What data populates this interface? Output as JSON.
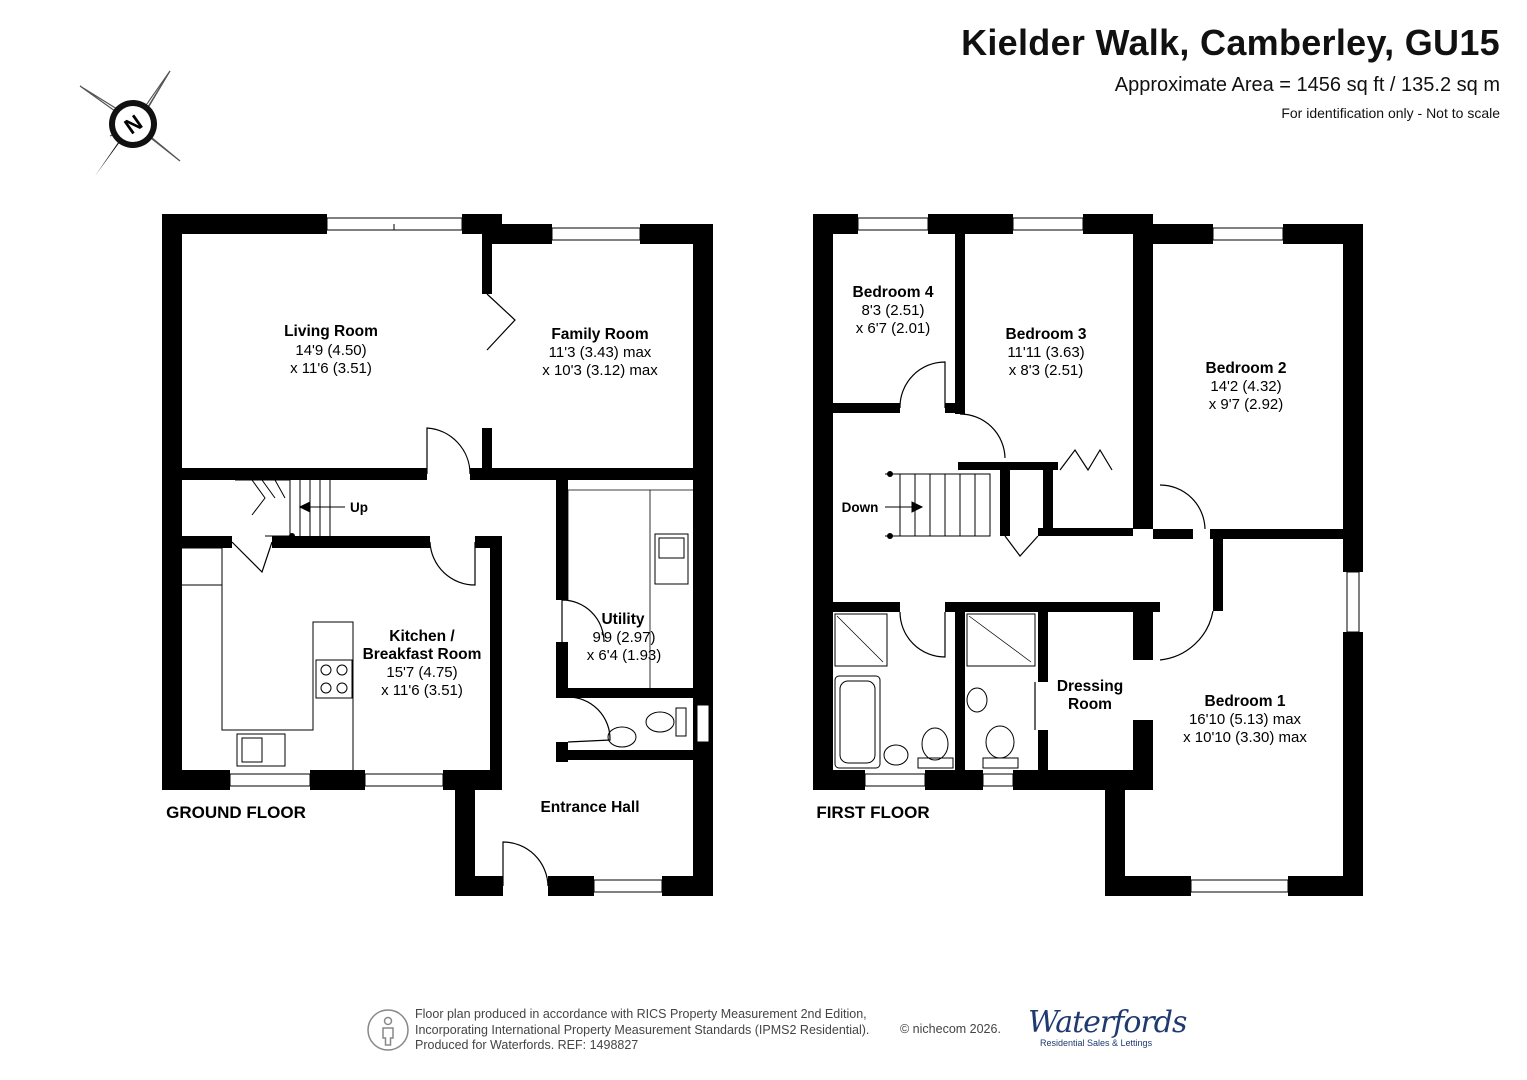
{
  "header": {
    "title": "Kielder Walk, Camberley, GU15",
    "area": "Approximate Area = 1456 sq ft / 135.2 sq m",
    "note": "For identification only - Not to scale"
  },
  "compass_label": "N",
  "ground_floor": {
    "label": "GROUND FLOOR",
    "stairs_label": "Up",
    "rooms": [
      {
        "name": "Living Room",
        "dims": [
          "14'9 (4.50)",
          "x 11'6 (3.51)"
        ]
      },
      {
        "name": "Family Room",
        "dims": [
          "11'3 (3.43) max",
          "x 10'3 (3.12) max"
        ]
      },
      {
        "name": "Kitchen /",
        "name2": "Breakfast Room",
        "dims": [
          "15'7 (4.75)",
          "x 11'6 (3.51)"
        ]
      },
      {
        "name": "Utility",
        "dims": [
          "9'9 (2.97)",
          "x 6'4 (1.93)"
        ]
      },
      {
        "name": "Entrance Hall",
        "dims": []
      }
    ]
  },
  "first_floor": {
    "label": "FIRST FLOOR",
    "stairs_label": "Down",
    "rooms": [
      {
        "name": "Bedroom 4",
        "dims": [
          "8'3 (2.51)",
          "x 6'7 (2.01)"
        ]
      },
      {
        "name": "Bedroom 3",
        "dims": [
          "11'11 (3.63)",
          "x 8'3 (2.51)"
        ]
      },
      {
        "name": "Bedroom 2",
        "dims": [
          "14'2 (4.32)",
          "x 9'7 (2.92)"
        ]
      },
      {
        "name": "Dressing",
        "name2": "Room",
        "dims": []
      },
      {
        "name": "Bedroom 1",
        "dims": [
          "16'10 (5.13) max",
          "x 10'10 (3.30) max"
        ]
      }
    ]
  },
  "footer": {
    "lines": [
      "Floor plan produced in accordance with RICS Property Measurement 2nd Edition,",
      "Incorporating International Property Measurement Standards (IPMS2 Residential).",
      "Produced for Waterfords.   REF:  1498827"
    ],
    "copyright": "© nichecom 2026.",
    "brand_name": "Waterfords",
    "brand_tagline": "Residential Sales & Lettings"
  }
}
